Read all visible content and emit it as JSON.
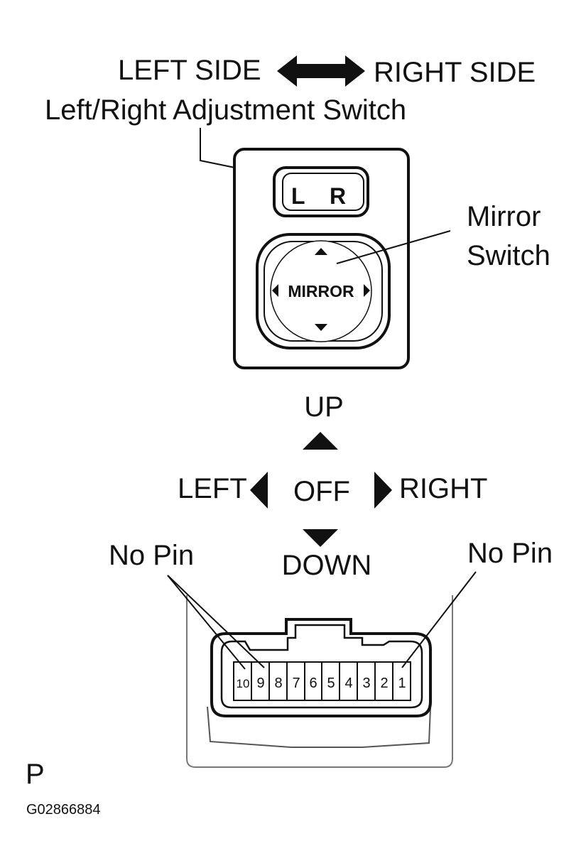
{
  "labels": {
    "left_side": "LEFT SIDE",
    "right_side": "RIGHT SIDE",
    "lr_switch": "Left/Right Adjustment Switch",
    "mirror_switch_line1": "Mirror",
    "mirror_switch_line2": "Switch",
    "up": "UP",
    "down": "DOWN",
    "left": "LEFT",
    "right": "RIGHT",
    "off": "OFF",
    "no_pin_left": "No Pin",
    "no_pin_right": "No Pin",
    "p": "P",
    "code": "G02866884"
  },
  "switch": {
    "l": "L",
    "r": "R",
    "mirror": "MIRROR"
  },
  "connector": {
    "pins": [
      "10",
      "9",
      "8",
      "7",
      "6",
      "5",
      "4",
      "3",
      "2",
      "1"
    ]
  }
}
